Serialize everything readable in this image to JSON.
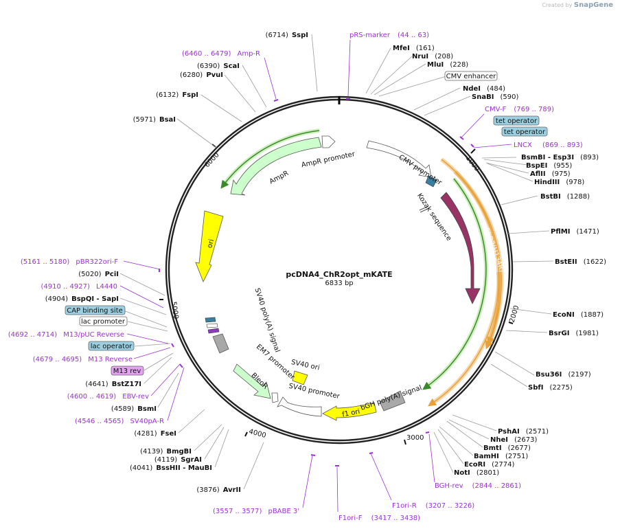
{
  "credit": {
    "prefix": "Created by",
    "brand": "SnapGene"
  },
  "plasmid": {
    "name": "pcDNA4_ChR2opt_mKATE",
    "size_label": "6833 bp",
    "length": 6833
  },
  "ticks": [
    "1000",
    "2000",
    "3000",
    "4000",
    "5000",
    "6000"
  ],
  "features": [
    {
      "name": "CMV enhancer",
      "box": "#ffffff"
    },
    {
      "name": "tet operator",
      "box": "#9ccfe0"
    },
    {
      "name": "tet operator",
      "box": "#9ccfe0"
    },
    {
      "name": "CAP binding site",
      "box": "#9ccfe0"
    },
    {
      "name": "lac promoter",
      "box": "#ffffff"
    },
    {
      "name": "lac operator",
      "box": "#9ccfe0"
    },
    {
      "name": "M13 rev",
      "box": "#e3a2f0"
    }
  ],
  "sites": [
    {
      "pos": "(6714)",
      "name": "SspI"
    },
    {
      "pos": "(161)",
      "name": "MfeI"
    },
    {
      "pos": "(208)",
      "name": "NruI"
    },
    {
      "pos": "(228)",
      "name": "MluI"
    },
    {
      "pos": "(6390)",
      "name": "ScaI"
    },
    {
      "pos": "(6280)",
      "name": "PvuI"
    },
    {
      "pos": "(6132)",
      "name": "FspI"
    },
    {
      "pos": "(5971)",
      "name": "BsaI"
    },
    {
      "pos": "(484)",
      "name": "NdeI"
    },
    {
      "pos": "(590)",
      "name": "SnaBI"
    },
    {
      "pos": "(893)",
      "name": "BsmBI - Esp3I"
    },
    {
      "pos": "(955)",
      "name": "BspEI"
    },
    {
      "pos": "(975)",
      "name": "AflII"
    },
    {
      "pos": "(978)",
      "name": "HindIII"
    },
    {
      "pos": "(1288)",
      "name": "BstBI"
    },
    {
      "pos": "(1471)",
      "name": "PflMI"
    },
    {
      "pos": "(1622)",
      "name": "BstEII"
    },
    {
      "pos": "(1887)",
      "name": "EcoNI"
    },
    {
      "pos": "(1981)",
      "name": "BsrGI"
    },
    {
      "pos": "(2197)",
      "name": "Bsu36I"
    },
    {
      "pos": "(2275)",
      "name": "SbfI"
    },
    {
      "pos": "(2571)",
      "name": "PshAI"
    },
    {
      "pos": "(2673)",
      "name": "NheI"
    },
    {
      "pos": "(2677)",
      "name": "BmtI"
    },
    {
      "pos": "(2751)",
      "name": "BamHI"
    },
    {
      "pos": "(2774)",
      "name": "EcoRI"
    },
    {
      "pos": "(2801)",
      "name": "NotI"
    },
    {
      "pos": "(5020)",
      "name": "PciI"
    },
    {
      "pos": "(4904)",
      "name": "BspQI - SapI"
    },
    {
      "pos": "(4641)",
      "name": "BstZ17I"
    },
    {
      "pos": "(4589)",
      "name": "BsmI"
    },
    {
      "pos": "(4281)",
      "name": "FseI"
    },
    {
      "pos": "(4139)",
      "name": "BmgBI"
    },
    {
      "pos": "(4119)",
      "name": "SgrAI"
    },
    {
      "pos": "(4041)",
      "name": "BssHII - MauBI"
    },
    {
      "pos": "(3876)",
      "name": "AvrII"
    }
  ],
  "primers": [
    {
      "name": "pRS-marker",
      "range": "(44 .. 63)"
    },
    {
      "name": "Amp-R",
      "range": "(6460 .. 6479)"
    },
    {
      "name": "CMV-F",
      "range": "(769 .. 789)"
    },
    {
      "name": "LNCX",
      "range": "(869 .. 893)"
    },
    {
      "name": "pBR322ori-F",
      "range": "(5161 .. 5180)"
    },
    {
      "name": "L4440",
      "range": "(4910 .. 4927)"
    },
    {
      "name": "M13/pUC Reverse",
      "range": "(4692 .. 4714)"
    },
    {
      "name": "M13 Reverse",
      "range": "(4679 .. 4695)"
    },
    {
      "name": "EBV-rev",
      "range": "(4600 .. 4619)"
    },
    {
      "name": "SV40pA-R",
      "range": "(4546 .. 4565)"
    },
    {
      "name": "BGH-rev",
      "range": "(2844 .. 2861)"
    },
    {
      "name": "F1ori-R",
      "range": "(3207 .. 3226)"
    },
    {
      "name": "F1ori-F",
      "range": "(3417 .. 3438)"
    },
    {
      "name": "pBABE 3'",
      "range": "(3557 .. 3577)"
    }
  ],
  "inner_labels": [
    "AmpR promoter",
    "AmpR",
    "ori",
    "CMV promoter",
    "Kozak sequence",
    "ChR2(H134R)",
    "SV40 poly(A) signal",
    "EM7 promoter",
    "BleoR",
    "SV40 ori",
    "SV40 promoter",
    "bGH poly(A) signal",
    "f1 ori"
  ],
  "colors": {
    "primer": "#9c2fd6",
    "orf_fill": "#993366",
    "ori_fill": "#ffff00",
    "amp_fill": "#ccffcc",
    "orange": "#e8a13a",
    "green": "#3a8a2a"
  }
}
